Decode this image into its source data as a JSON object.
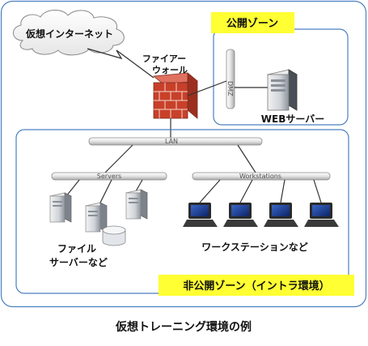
{
  "diagram": {
    "caption": "仮想トレーニング環境の例",
    "internet_label": "仮想インターネット",
    "firewall_label_line1": "ファイアー",
    "firewall_label_line2": "ウォール",
    "public_zone": {
      "title": "公開ゾーン",
      "dmz_label": "DMZ",
      "server_label": "WEBサーバー"
    },
    "private_zone": {
      "title": "非公開ゾーン（イントラ環境）",
      "lan_label": "LAN",
      "servers_bus_label": "Servers",
      "workstations_bus_label": "Workstations",
      "file_server_label_line1": "ファイル",
      "file_server_label_line2": "サーバーなど",
      "workstation_label": "ワークステーションなど"
    },
    "colors": {
      "zone_border": "#4a7fc0",
      "title_fill": "#ffff33",
      "brick": "#c8402a",
      "screen": "#1a3a8a"
    }
  }
}
